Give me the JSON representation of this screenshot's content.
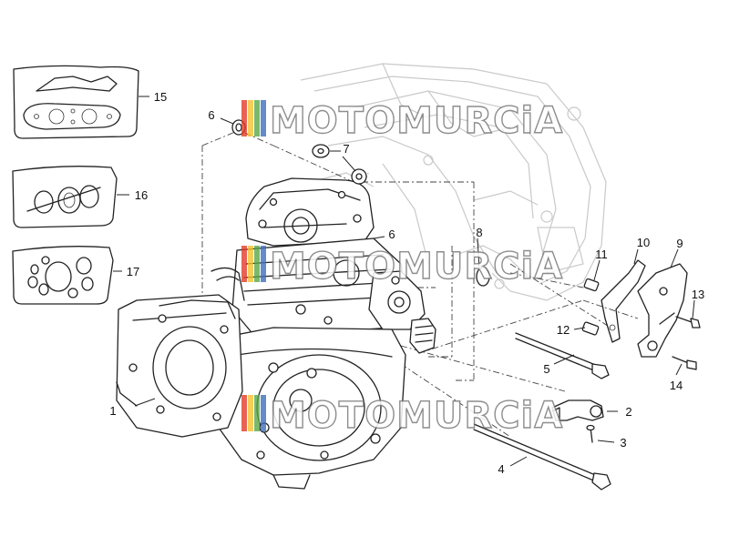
{
  "watermark": {
    "text": "MOTOMURCiA",
    "stripe_colors": [
      "#e23b2a",
      "#f2c230",
      "#5aa845",
      "#3d6fb8"
    ]
  },
  "callouts": [
    {
      "id": "1",
      "label": "1"
    },
    {
      "id": "2",
      "label": "2"
    },
    {
      "id": "3",
      "label": "3"
    },
    {
      "id": "4",
      "label": "4"
    },
    {
      "id": "5",
      "label": "5"
    },
    {
      "id": "6a",
      "label": "6"
    },
    {
      "id": "6b",
      "label": "6"
    },
    {
      "id": "7",
      "label": "7"
    },
    {
      "id": "8",
      "label": "8"
    },
    {
      "id": "9",
      "label": "9"
    },
    {
      "id": "10",
      "label": "10"
    },
    {
      "id": "11",
      "label": "11"
    },
    {
      "id": "12",
      "label": "12"
    },
    {
      "id": "13",
      "label": "13"
    },
    {
      "id": "14",
      "label": "14"
    },
    {
      "id": "15",
      "label": "15"
    },
    {
      "id": "16",
      "label": "16"
    },
    {
      "id": "17",
      "label": "17"
    }
  ]
}
